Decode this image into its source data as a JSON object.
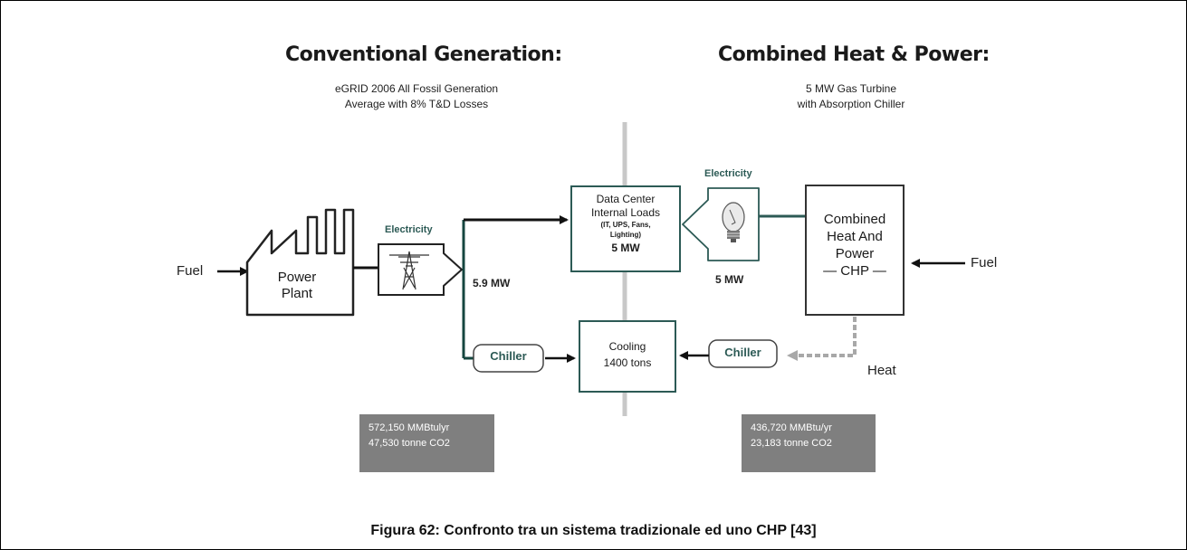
{
  "left": {
    "title": "Conventional Generation:",
    "subtitle_line1": "eGRID 2006 All Fossil Generation",
    "subtitle_line2": "Average with 8% T&D Losses",
    "fuel_label": "Fuel",
    "plant_line1": "Power",
    "plant_line2": "Plant",
    "electricity_label": "Electricity",
    "power_label": "5.9 MW",
    "chiller_label": "Chiller",
    "stats_line1": "572,150 MMBtulyr",
    "stats_line2": "47,530 tonne CO2"
  },
  "right": {
    "title": "Combined Heat & Power:",
    "subtitle_line1": "5 MW Gas Turbine",
    "subtitle_line2": "with Absorption Chiller",
    "fuel_label": "Fuel",
    "chp_line1": "Combined",
    "chp_line2": "Heat And",
    "chp_line3": "Power",
    "chp_line4": "— CHP —",
    "electricity_label": "Electricity",
    "power_label": "5 MW",
    "chiller_label": "Chiller",
    "heat_label": "Heat",
    "stats_line1": "436,720 MMBtu/yr",
    "stats_line2": "23,183 tonne CO2"
  },
  "center": {
    "dc_line1": "Data Center",
    "dc_line2": "Internal Loads",
    "dc_line3": "(IT, UPS, Fans,",
    "dc_line4": "Lighting)",
    "dc_power": "5 MW",
    "cooling_line1": "Cooling",
    "cooling_line2": "1400 tons"
  },
  "caption": "Figura 62: Confronto tra un sistema tradizionale ed uno CHP [43]"
}
